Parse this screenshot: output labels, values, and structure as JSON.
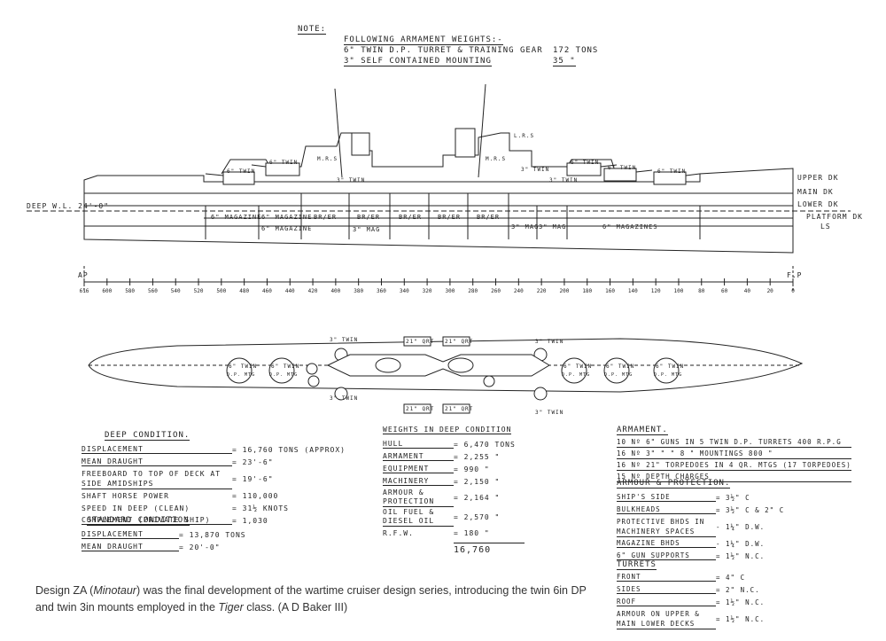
{
  "note": {
    "label": "NOTE:",
    "heading": "FOLLOWING ARMAMENT WEIGHTS:-",
    "lines": [
      {
        "item": "6\" TWIN D.P. TURRET & TRAINING GEAR",
        "value": "172 TONS"
      },
      {
        "item": "3\" SELF CONTAINED MOUNTING",
        "value": "35 \""
      }
    ]
  },
  "profile": {
    "deck_labels": [
      "UPPER DK",
      "MAIN DK",
      "LOWER DK",
      "PLATFORM DK"
    ],
    "platform_sub": "LS",
    "waterline": "DEEP W.L. 24'-0\"",
    "ap": "AP",
    "fp": "F.P",
    "compartments": [
      "6\" MAGAZINE",
      "6\" MAGAZINE",
      "6\" MAGAZINE",
      "BR/ER",
      "BR/ER",
      "BR/ER",
      "BR/ER",
      "BR/ER",
      "3\" MAG",
      "3\" MAG",
      "3\" MAG",
      "6\" MAGAZINES"
    ],
    "turret_labels": [
      "6\" TWIN",
      "6\" TWIN",
      "6\" TWIN",
      "6\" TWIN",
      "6\" TWIN"
    ],
    "mount_labels": [
      "3\" TWIN",
      "3\" TWIN",
      "3\" TWIN"
    ],
    "misc_labels": [
      "M.R.S",
      "M.R.S",
      "L.R.S"
    ],
    "frames": [
      "616",
      "600",
      "580",
      "560",
      "540",
      "520",
      "500",
      "480",
      "460",
      "440",
      "420",
      "400",
      "380",
      "360",
      "340",
      "320",
      "300",
      "280",
      "260",
      "240",
      "220",
      "200",
      "180",
      "160",
      "140",
      "120",
      "100",
      "80",
      "60",
      "40",
      "20",
      "0"
    ]
  },
  "plan": {
    "labels": [
      "3\" TWIN",
      "3\" TWIN",
      "3\" TWIN",
      "3\" TWIN",
      "21\" QRT",
      "21\" QRT",
      "21\" QRT",
      "21\" QRT",
      "6\" TWIN",
      "6\" TWIN",
      "6\" TWIN",
      "6\" TWIN",
      "6\" TWIN"
    ],
    "sub_labels": [
      "D.P. MTG",
      "D.P. MTG",
      "D.P. MTG",
      "D.P. MTG",
      "D.P. MTG"
    ]
  },
  "deep": {
    "title": "DEEP CONDITION.",
    "rows": [
      {
        "label": "DISPLACEMENT",
        "value": "= 16,760 TONS (APPROX)"
      },
      {
        "label": "MEAN DRAUGHT",
        "value": "= 23'-6\""
      },
      {
        "label": "FREEBOARD TO TOP OF DECK AT SIDE AMIDSHIPS",
        "value": "= 19'-6\""
      },
      {
        "label": "SHAFT HORSE POWER",
        "value": "= 110,000"
      },
      {
        "label": "SPEED IN DEEP (CLEAN)",
        "value": "= 31½ KNOTS"
      },
      {
        "label": "COMPLEMENT (PRIVATE SHIP)",
        "value": "= 1,030"
      }
    ]
  },
  "standard": {
    "title": "STANDARD CONDITION",
    "rows": [
      {
        "label": "DISPLACEMENT",
        "value": "= 13,870 TONS"
      },
      {
        "label": "MEAN DRAUGHT",
        "value": "= 20'-0\""
      }
    ]
  },
  "weights": {
    "title": "WEIGHTS IN DEEP CONDITION",
    "rows": [
      {
        "label": "HULL",
        "value": "= 6,470 TONS"
      },
      {
        "label": "ARMAMENT",
        "value": "= 2,255 \""
      },
      {
        "label": "EQUIPMENT",
        "value": "= 990 \""
      },
      {
        "label": "MACHINERY",
        "value": "= 2,150 \""
      },
      {
        "label": "ARMOUR & PROTECTION",
        "value": "= 2,164 \""
      },
      {
        "label": "OIL FUEL & DIESEL OIL",
        "value": "= 2,570 \""
      },
      {
        "label": "R.F.W.",
        "value": "= 180 \""
      }
    ],
    "total": "16,760"
  },
  "armament": {
    "title": "ARMAMENT.",
    "lines": [
      "10 Nº 6\" GUNS IN 5 TWIN D.P. TURRETS 400 R.P.G",
      "16 Nº 3\" \" \" 8 \" MOUNTINGS 800 \"",
      "16 Nº 21\" TORPEDOES IN 4 QR. MTGS (17 TORPEDOES)",
      "15 Nº DEPTH CHARGES"
    ]
  },
  "armour": {
    "title": "ARMOUR & PROTECTION.",
    "rows": [
      {
        "label": "SHIP'S SIDE",
        "value": "= 3½\" C"
      },
      {
        "label": "BULKHEADS",
        "value": "= 3½\" C & 2\" C"
      },
      {
        "label": "PROTECTIVE BHDS IN MACHINERY SPACES",
        "value": "- 1¼\" D.W."
      },
      {
        "label": "MAGAZINE BHDS",
        "value": "- 1¼\" D.W."
      },
      {
        "label": "6\" GUN SUPPORTS",
        "value": "= 1½\" N.C."
      }
    ]
  },
  "turrets": {
    "title": "TURRETS",
    "rows": [
      {
        "label": "FRONT",
        "value": "= 4\" C"
      },
      {
        "label": "SIDES",
        "value": "= 2\" N.C."
      },
      {
        "label": "ROOF",
        "value": "= 1½\" N.C."
      },
      {
        "label": "ARMOUR ON UPPER & MAIN LOWER DECKS",
        "value": "= 1½\" N.C."
      }
    ]
  },
  "caption": {
    "pre": "Design ZA (",
    "ship": "Minotaur",
    "mid": ") was the final development of the wartime cruiser design series, introducing the twin 6in DP and twin 3in mounts employed in the ",
    "cls": "Tiger",
    "post": " class. (A D Baker III)"
  }
}
